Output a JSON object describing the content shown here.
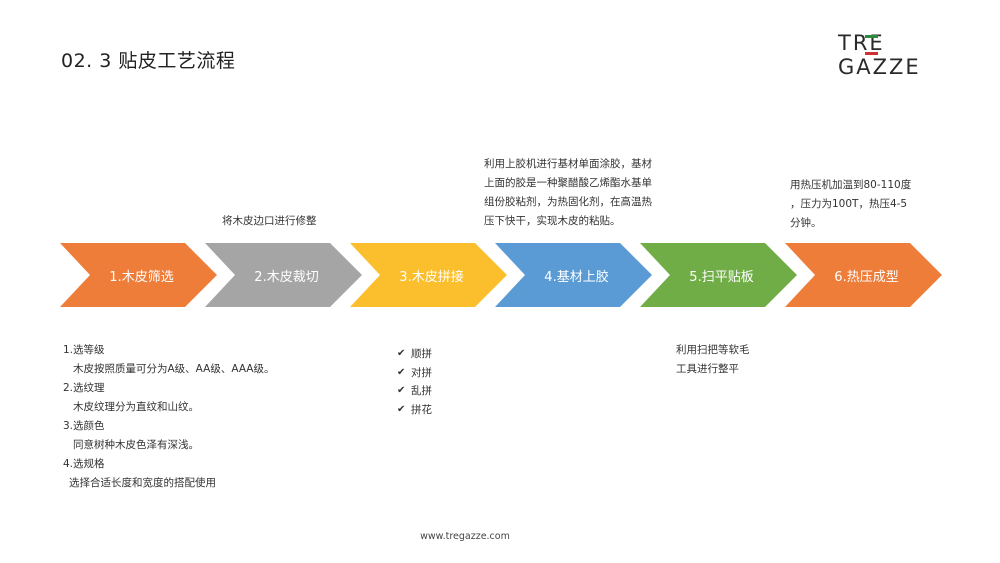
{
  "title": "02. 3 贴皮工艺流程",
  "logo": {
    "text": "TRE GAZZE",
    "colors": [
      "#2e8b3e",
      "#ffffff",
      "#d23030"
    ]
  },
  "steps": [
    {
      "label": "1.木皮筛选",
      "color": "#ee7d3a"
    },
    {
      "label": "2.木皮裁切",
      "color": "#a5a5a5"
    },
    {
      "label": "3.木皮拼接",
      "color": "#fbbf2d"
    },
    {
      "label": "4.基材上胶",
      "color": "#5b9bd5"
    },
    {
      "label": "5.扫平贴板",
      "color": "#70ad47"
    },
    {
      "label": "6.热压成型",
      "color": "#ee7d3a"
    }
  ],
  "notes": {
    "cutting": [
      "将木皮边口进行修整"
    ],
    "gluing": [
      "利用上胶机进行基材单面涂胶，基材",
      "上面的胶是一种聚醋酸乙烯酯水基单",
      "组份胶粘剂，为热固化剂，在高温热",
      "压下快干，实现木皮的粘贴。"
    ],
    "pressing": [
      "用热压机加温到80-110度",
      "，压力为100T，热压4-5",
      "分钟。"
    ],
    "selection": [
      "1.选等级",
      "木皮按照质量可分为A级、AA级、AAA级。",
      "2.选纹理",
      "木皮纹理分为直纹和山纹。",
      "3.选颜色",
      "同意树种木皮色泽有深浅。",
      "4.选规格",
      "选择合适长度和宽度的搭配使用"
    ],
    "flattening": [
      "利用扫把等软毛",
      "工具进行整平"
    ]
  },
  "splicing_types": [
    "顺拼",
    "对拼",
    "乱拼",
    "拼花"
  ],
  "footer": "www.tregazze.com"
}
